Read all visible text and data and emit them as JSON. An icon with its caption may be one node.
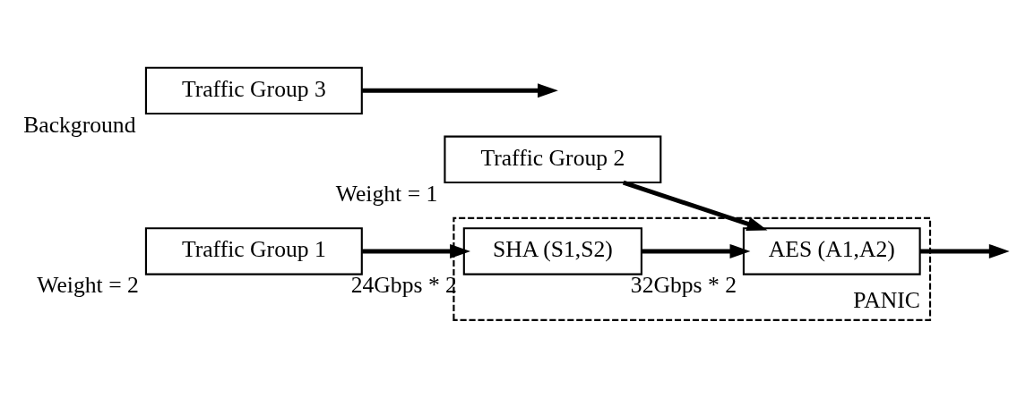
{
  "diagram": {
    "nodes": [
      {
        "text": [
          "PANIC"
        ]
      },
      {
        "text": [
          "Traffic Group 1"
        ],
        "beside": [
          "Weight = 2"
        ]
      },
      {
        "text": [
          "Traffic Group 2"
        ],
        "beside": [
          "Weight = 1"
        ]
      },
      {
        "text": [
          "Traffic Group 3"
        ],
        "beside": [
          "Background"
        ]
      },
      {
        "text": [
          "SHA (S1,S2)"
        ],
        "in": 0,
        "beside": [
          "24Gbps * 2"
        ]
      },
      {
        "text": [
          "AES (A1,A2)"
        ],
        "in": 0,
        "beside": [
          "32Gbps * 2"
        ]
      }
    ],
    "edges": [
      {
        "from": 1,
        "to": 4,
        "arrow": "to"
      },
      {
        "from": 4,
        "to": 5,
        "arrow": "to"
      },
      {
        "from": 2,
        "to": 5,
        "arrow": "to"
      },
      {
        "from": 5,
        "to": null,
        "arrow": "to"
      },
      {
        "from": 3,
        "to": null,
        "arrow": "to"
      }
    ]
  }
}
